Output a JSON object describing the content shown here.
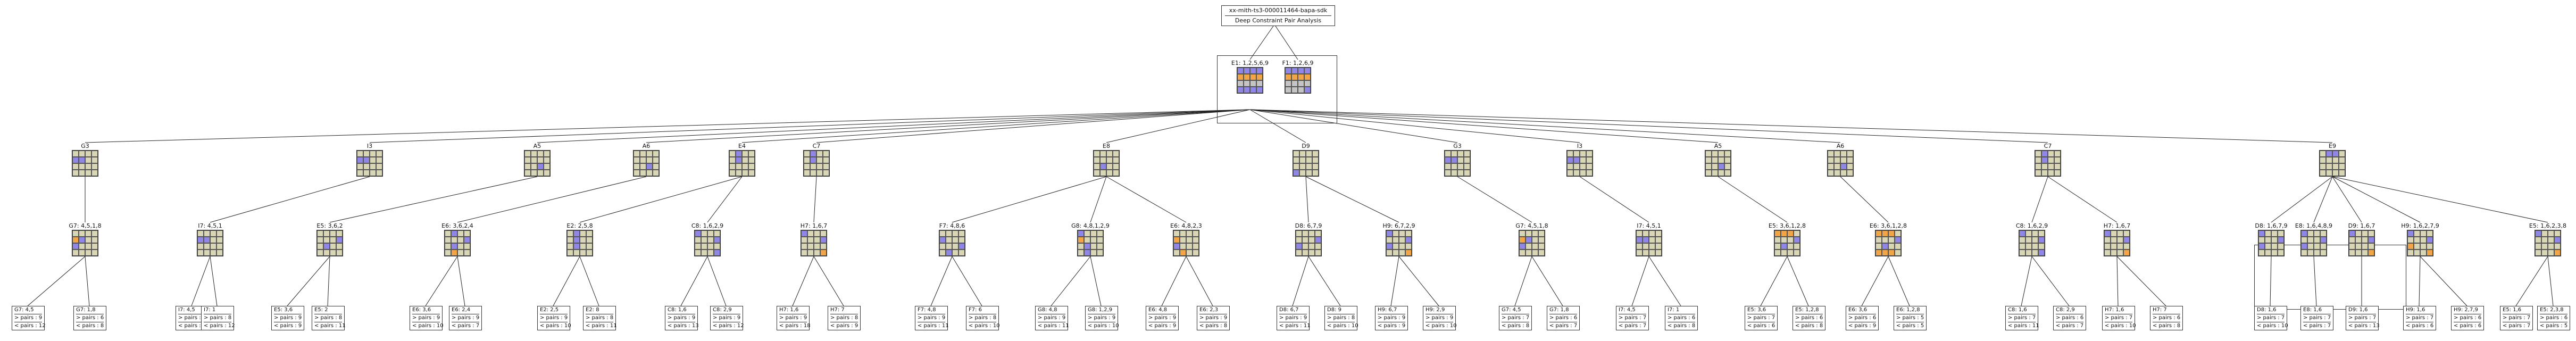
{
  "header": {
    "file": "xx-mith-ts3-000011464-bapa-sdk",
    "subtitle": "Deep Constraint Pair Analysis"
  },
  "root_pair": [
    {
      "label": "E1: 1,2,5,6,9",
      "pattern": "bbbb/oooo/gggg/bbbb"
    },
    {
      "label": "F1: 1,2,6,9",
      "pattern": "bbbb/oooo/gggg/gggb"
    }
  ],
  "level1": [
    {
      "label": "G3",
      "pattern": "----/bb--/----/----"
    },
    {
      "label": "I3",
      "pattern": "----/bb--/----/----"
    },
    {
      "label": "A5",
      "pattern": "----/----/--b-/----"
    },
    {
      "label": "A6",
      "pattern": "----/----/--b-/----"
    },
    {
      "label": "E4",
      "pattern": "-b--/-b--/----/----"
    },
    {
      "label": "C7",
      "pattern": "-b--/-b--/----/----"
    },
    {
      "label": "E8",
      "pattern": "----/----/-b--/----"
    },
    {
      "label": "D9",
      "pattern": "----/----/----/b---"
    },
    {
      "label": "G3",
      "pattern": "----/bb--/----/----"
    },
    {
      "label": "I3",
      "pattern": "----/bb--/----/----"
    },
    {
      "label": "A5",
      "pattern": "----/----/--b-/----"
    },
    {
      "label": "A6",
      "pattern": "----/----/--b-/----"
    },
    {
      "label": "C7",
      "pattern": "-b--/-b--/----/----"
    },
    {
      "label": "E9",
      "pattern": "-bb-/----/----/----"
    }
  ],
  "level2": [
    {
      "label": "G7: 4,5,1,8",
      "pattern": "----/ob--/b---/----"
    },
    {
      "label": "I7: 4,5,1",
      "pattern": "----/bb--/----/----"
    },
    {
      "label": "E5: 3,6,2",
      "pattern": "----/---b/-b--/----"
    },
    {
      "label": "E6: 3,6,2,4",
      "pattern": "-b--/---b/-b--/-o--"
    },
    {
      "label": "E2: 2,5,8",
      "pattern": "-b--/-b--/-b--/----"
    },
    {
      "label": "C8: 1,6,2,9",
      "pattern": "b---/---b/----/---b"
    },
    {
      "label": "H7: 1,6,7",
      "pattern": "b---/---b/----/---o"
    },
    {
      "label": "F7: 4,8,6",
      "pattern": "----/b---/---b/-b--"
    },
    {
      "label": "G8: 4,8,1,2,9",
      "pattern": "b---/o---/-b--/-b--"
    },
    {
      "label": "E6: 4,8,2,3",
      "pattern": "----/o---/b---/-o--"
    },
    {
      "label": "D8: 6,7,9",
      "pattern": "----/---b/b---/----"
    },
    {
      "label": "H9: 6,7,2,9",
      "pattern": "b---/---b/b---/---o"
    },
    {
      "label": "G7: 4,5,1,8",
      "pattern": "----/ob--/b---/----"
    },
    {
      "label": "I7: 4,5,1",
      "pattern": "----/bb--/----/----"
    },
    {
      "label": "E5: 3,6,1,2,8",
      "pattern": "ooo-/---b/-b--/----"
    },
    {
      "label": "E6: 3,6,1,2,8",
      "pattern": "ooo-/---b/-b--/ooo-"
    },
    {
      "label": "C8: 1,6,2,9",
      "pattern": "b---/---b/----/---b"
    },
    {
      "label": "H7: 1,6,7",
      "pattern": "b---/---b/----/---o"
    },
    {
      "label": "D8: 1,6,7,9",
      "pattern": "b---/---b/b---/----"
    },
    {
      "label": "E8: 1,6,4,8,9",
      "pattern": "b---/---b/b---/----"
    },
    {
      "label": "D9: 1,6,7",
      "pattern": "b---/---b/----/---o"
    },
    {
      "label": "H9: 1,6,2,7,9",
      "pattern": "b---/---b/o---/---o"
    },
    {
      "label": "E5: 1,6,2,3,8",
      "pattern": "b---/---b/----/---o"
    }
  ],
  "leaves": [
    {
      "label": "G7: 4,5",
      "a": "> pairs : 9",
      "b": "< pairs : 12"
    },
    {
      "label": "G7: 1,8",
      "a": "> pairs : 6",
      "b": "< pairs : 8"
    },
    {
      "label": "I7: 4,5",
      "a": "> pairs : 9",
      "b": "< pairs : 10"
    },
    {
      "label": "I7: 1",
      "a": "> pairs : 8",
      "b": "< pairs : 12"
    },
    {
      "label": "E5: 3,6",
      "a": "> pairs : 9",
      "b": "< pairs : 9"
    },
    {
      "label": "E5: 2",
      "a": "> pairs : 8",
      "b": "< pairs : 11"
    },
    {
      "label": "E6: 3,6",
      "a": "> pairs : 9",
      "b": "< pairs : 10"
    },
    {
      "label": "E6: 2,4",
      "a": "> pairs : 9",
      "b": "< pairs : 7"
    },
    {
      "label": "E2: 2,5",
      "a": "> pairs : 9",
      "b": "< pairs : 10"
    },
    {
      "label": "E2: 8",
      "a": "> pairs : 8",
      "b": "< pairs : 11"
    },
    {
      "label": "C8: 1,6",
      "a": "> pairs : 9",
      "b": "< pairs : 13"
    },
    {
      "label": "C8: 2,9",
      "a": "> pairs : 9",
      "b": "< pairs : 12"
    },
    {
      "label": "H7: 1,6",
      "a": "> pairs : 9",
      "b": "< pairs : 18"
    },
    {
      "label": "H7: 7",
      "a": "> pairs : 8",
      "b": "< pairs : 9"
    },
    {
      "label": "F7: 4,8",
      "a": "> pairs : 9",
      "b": "< pairs : 11"
    },
    {
      "label": "F7: 6",
      "a": "> pairs : 8",
      "b": "< pairs : 10"
    },
    {
      "label": "G8: 4,8",
      "a": "> pairs : 9",
      "b": "< pairs : 11"
    },
    {
      "label": "G8: 1,2,9",
      "a": "> pairs : 9",
      "b": "< pairs : 10"
    },
    {
      "label": "E6: 4,8",
      "a": "> pairs : 9",
      "b": "< pairs : 9"
    },
    {
      "label": "E6: 2,3",
      "a": "> pairs : 9",
      "b": "< pairs : 8"
    },
    {
      "label": "D8: 6,7",
      "a": "> pairs : 9",
      "b": "< pairs : 11"
    },
    {
      "label": "D8: 9",
      "a": "> pairs : 8",
      "b": "< pairs : 10"
    },
    {
      "label": "H9: 6,7",
      "a": "> pairs : 9",
      "b": "< pairs : 9"
    },
    {
      "label": "H9: 2,9",
      "a": "> pairs : 9",
      "b": "< pairs : 10"
    },
    {
      "label": "G7: 4,5",
      "a": "> pairs : 7",
      "b": "< pairs : 8"
    },
    {
      "label": "G7: 1,8",
      "a": "> pairs : 6",
      "b": "< pairs : 7"
    },
    {
      "label": "I7: 4,5",
      "a": "> pairs : 7",
      "b": "< pairs : 7"
    },
    {
      "label": "I7: 1",
      "a": "> pairs : 6",
      "b": "< pairs : 8"
    },
    {
      "label": "E5: 3,6",
      "a": "> pairs : 7",
      "b": "< pairs : 6"
    },
    {
      "label": "E5: 1,2,8",
      "a": "> pairs : 6",
      "b": "< pairs : 8"
    },
    {
      "label": "E6: 3,6",
      "a": "> pairs : 6",
      "b": "< pairs : 9"
    },
    {
      "label": "E6: 1,2,8",
      "a": "> pairs : 5",
      "b": "< pairs : 5"
    },
    {
      "label": "C8: 1,6",
      "a": "> pairs : 7",
      "b": "< pairs : 11"
    },
    {
      "label": "C8: 2,9",
      "a": "> pairs : 6",
      "b": "< pairs : 7"
    },
    {
      "label": "H7: 1,6",
      "a": "> pairs : 7",
      "b": "< pairs : 10"
    },
    {
      "label": "H7: 7",
      "a": "> pairs : 6",
      "b": "< pairs : 8"
    },
    {
      "label": "D8: 1,6",
      "a": "> pairs : 7",
      "b": "< pairs : 10"
    },
    {
      "label": "E8: 1,6",
      "a": "> pairs : 7",
      "b": "< pairs : 7"
    },
    {
      "label": "D9: 1,6",
      "a": "> pairs : 7",
      "b": "< pairs : 13"
    },
    {
      "label": "H9: 1,6",
      "a": "> pairs : 7",
      "b": "< pairs : 6"
    },
    {
      "label": "H9: 2,7,9",
      "a": "> pairs : 6",
      "b": "< pairs : 6"
    },
    {
      "label": "E5: 1,6",
      "a": "> pairs : 7",
      "b": "< pairs : 7"
    },
    {
      "label": "E5: 2,3,8",
      "a": "> pairs : 6",
      "b": "< pairs : 5"
    }
  ],
  "colors": {
    "blue": "#8f86e6",
    "orange": "#f2a546",
    "cell": "#d9d6b5",
    "grey": "#c4c4c4"
  }
}
